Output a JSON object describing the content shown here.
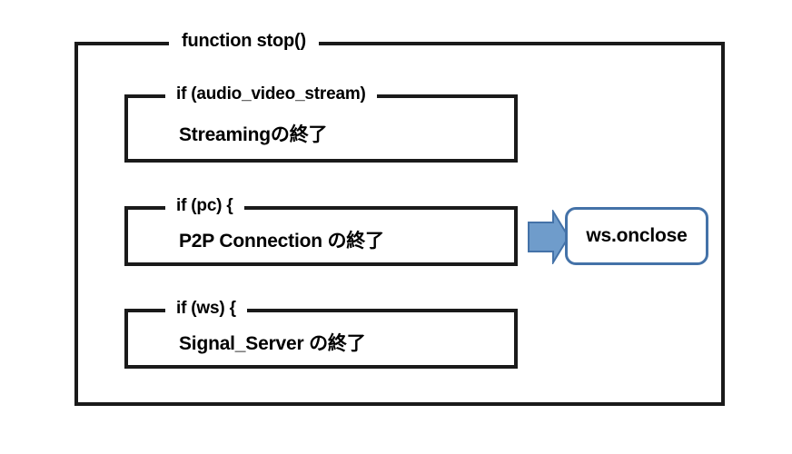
{
  "diagram": {
    "type": "flowchart-pseudocode-block",
    "background_color": "#ffffff",
    "outer_block": {
      "label": "function stop()",
      "border_color": "#1a1a1a"
    },
    "blocks": [
      {
        "condition_label": "if (audio_video_stream)",
        "body_text": "Streamingの終了"
      },
      {
        "condition_label": "if (pc) {",
        "body_text": "P2P Connection の終了"
      },
      {
        "condition_label": "if (ws) {",
        "body_text": "Signal_Server の終了"
      }
    ],
    "arrow": {
      "name": "block-arrow-right",
      "fill_color": "#6f9ccb",
      "stroke_color": "#4472a8",
      "from_block_index": 1
    },
    "callback": {
      "label": "ws.onclose",
      "border_color": "#4472a8",
      "fill_color": "#ffffff",
      "text_color": "#000000"
    }
  }
}
